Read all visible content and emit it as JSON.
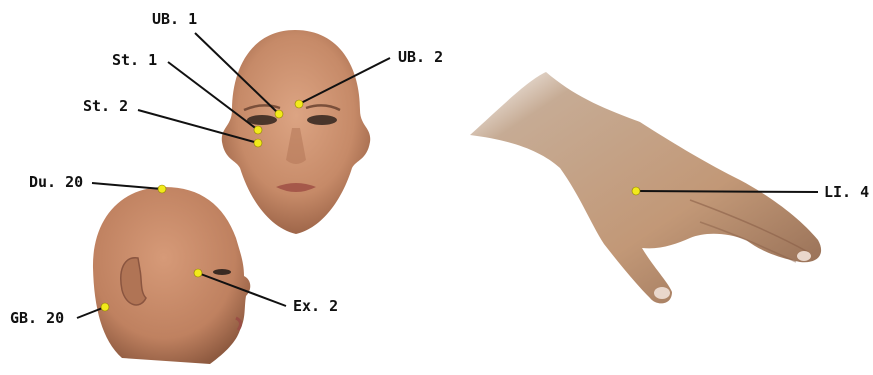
{
  "acupoints": [
    {
      "id": "ub1",
      "label": "UB. 1"
    },
    {
      "id": "ub2",
      "label": "UB. 2"
    },
    {
      "id": "st1",
      "label": "St. 1"
    },
    {
      "id": "st2",
      "label": "St. 2"
    },
    {
      "id": "du20",
      "label": "Du. 20"
    },
    {
      "id": "ex2",
      "label": "Ex. 2"
    },
    {
      "id": "gb20",
      "label": "GB. 20"
    },
    {
      "id": "li4",
      "label": "LI. 4"
    }
  ],
  "colors": {
    "point": "#f2ea1a",
    "leader_line": "#111111",
    "label_text": "#111111",
    "skin": "#c98d6c",
    "skin_shadow": "#9e6648"
  },
  "icons": [
    "front-face-illustration",
    "side-head-illustration",
    "hand-illustration"
  ]
}
